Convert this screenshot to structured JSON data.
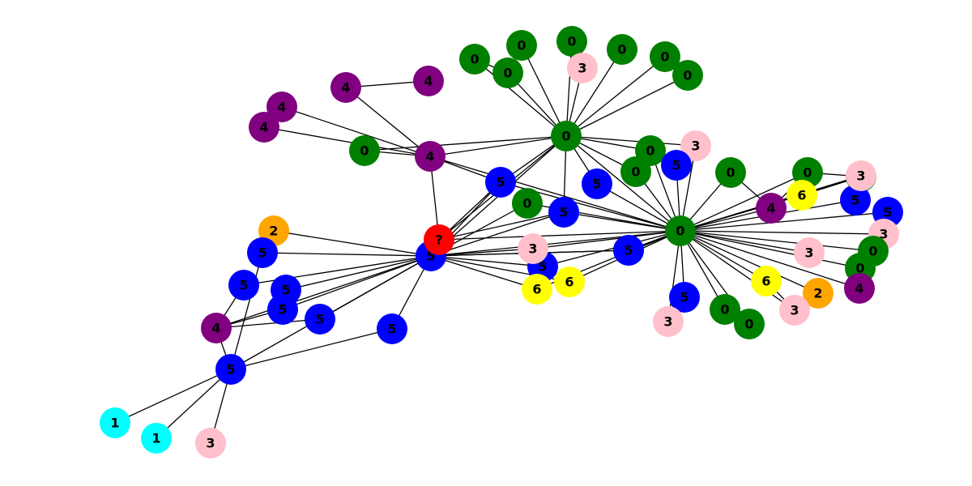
{
  "colors": {
    "green": "#008000",
    "purple": "#800080",
    "blue": "#0000ff",
    "pink": "#ffc0cb",
    "yellow": "#ffff00",
    "orange": "#ffa500",
    "cyan": "#00ffff",
    "red": "#ff0000",
    "edge": "#000000",
    "label": "#000000"
  },
  "nodes": [
    {
      "id": "hub0",
      "label": "0",
      "color": "green"
    },
    {
      "id": "hub1",
      "label": "0",
      "color": "green"
    },
    {
      "id": "c5",
      "label": "5",
      "color": "blue"
    },
    {
      "id": "q",
      "label": "?",
      "color": "red"
    },
    {
      "id": "p4a",
      "label": "4",
      "color": "purple"
    },
    {
      "id": "p4b",
      "label": "4",
      "color": "purple"
    },
    {
      "id": "b5a",
      "label": "5",
      "color": "blue"
    },
    {
      "id": "g1",
      "label": "0",
      "color": "green"
    },
    {
      "id": "g2",
      "label": "0",
      "color": "green"
    },
    {
      "id": "g3",
      "label": "0",
      "color": "green"
    },
    {
      "id": "g4",
      "label": "0",
      "color": "green"
    },
    {
      "id": "g5",
      "label": "0",
      "color": "green"
    },
    {
      "id": "g6",
      "label": "0",
      "color": "green"
    },
    {
      "id": "g7",
      "label": "0",
      "color": "green"
    },
    {
      "id": "k3a",
      "label": "3",
      "color": "pink"
    },
    {
      "id": "u1",
      "label": "4",
      "color": "purple"
    },
    {
      "id": "u2",
      "label": "4",
      "color": "purple"
    },
    {
      "id": "u3",
      "label": "4",
      "color": "purple"
    },
    {
      "id": "u4",
      "label": "4",
      "color": "purple"
    },
    {
      "id": "g8",
      "label": "0",
      "color": "green"
    },
    {
      "id": "b1",
      "label": "5",
      "color": "blue"
    },
    {
      "id": "b2",
      "label": "5",
      "color": "blue"
    },
    {
      "id": "b3",
      "label": "5",
      "color": "blue"
    },
    {
      "id": "g9",
      "label": "0",
      "color": "green"
    },
    {
      "id": "g10",
      "label": "0",
      "color": "green"
    },
    {
      "id": "g11",
      "label": "0",
      "color": "green"
    },
    {
      "id": "k3b",
      "label": "3",
      "color": "pink"
    },
    {
      "id": "b4",
      "label": "5",
      "color": "blue"
    },
    {
      "id": "g12",
      "label": "0",
      "color": "green"
    },
    {
      "id": "g13",
      "label": "0",
      "color": "green"
    },
    {
      "id": "y1",
      "label": "6",
      "color": "yellow"
    },
    {
      "id": "u5",
      "label": "4",
      "color": "purple"
    },
    {
      "id": "b5",
      "label": "5",
      "color": "blue"
    },
    {
      "id": "k3c",
      "label": "3",
      "color": "pink"
    },
    {
      "id": "b6",
      "label": "5",
      "color": "blue"
    },
    {
      "id": "k3d",
      "label": "3",
      "color": "pink"
    },
    {
      "id": "k3e",
      "label": "3",
      "color": "pink"
    },
    {
      "id": "g14",
      "label": "0",
      "color": "green"
    },
    {
      "id": "g15",
      "label": "0",
      "color": "green"
    },
    {
      "id": "u6",
      "label": "4",
      "color": "purple"
    },
    {
      "id": "y2",
      "label": "6",
      "color": "yellow"
    },
    {
      "id": "o1",
      "label": "2",
      "color": "orange"
    },
    {
      "id": "k3f",
      "label": "3",
      "color": "pink"
    },
    {
      "id": "b7",
      "label": "5",
      "color": "blue"
    },
    {
      "id": "k3g",
      "label": "3",
      "color": "pink"
    },
    {
      "id": "g16",
      "label": "0",
      "color": "green"
    },
    {
      "id": "g17",
      "label": "0",
      "color": "green"
    },
    {
      "id": "b8",
      "label": "5",
      "color": "blue"
    },
    {
      "id": "k3h",
      "label": "3",
      "color": "pink"
    },
    {
      "id": "b9",
      "label": "5",
      "color": "blue"
    },
    {
      "id": "y3",
      "label": "6",
      "color": "yellow"
    },
    {
      "id": "y4",
      "label": "6",
      "color": "yellow"
    },
    {
      "id": "o2",
      "label": "2",
      "color": "orange"
    },
    {
      "id": "g18",
      "label": "0",
      "color": "green"
    },
    {
      "id": "b10",
      "label": "5",
      "color": "blue"
    },
    {
      "id": "b11",
      "label": "5",
      "color": "blue"
    },
    {
      "id": "b12",
      "label": "5",
      "color": "blue"
    },
    {
      "id": "b13",
      "label": "5",
      "color": "blue"
    },
    {
      "id": "u7",
      "label": "4",
      "color": "purple"
    },
    {
      "id": "b14",
      "label": "5",
      "color": "blue"
    },
    {
      "id": "b15",
      "label": "5",
      "color": "blue"
    },
    {
      "id": "b16",
      "label": "5",
      "color": "blue"
    },
    {
      "id": "c1",
      "label": "1",
      "color": "cyan"
    },
    {
      "id": "c2",
      "label": "1",
      "color": "cyan"
    },
    {
      "id": "k3i",
      "label": "3",
      "color": "pink"
    }
  ],
  "edges": [
    [
      "hub0",
      "hub1"
    ],
    [
      "hub0",
      "g1"
    ],
    [
      "hub0",
      "g2"
    ],
    [
      "hub0",
      "g3"
    ],
    [
      "hub0",
      "g4"
    ],
    [
      "hub0",
      "g5"
    ],
    [
      "hub0",
      "g6"
    ],
    [
      "hub0",
      "g7"
    ],
    [
      "hub0",
      "k3a"
    ],
    [
      "hub0",
      "p4b"
    ],
    [
      "hub0",
      "b5a"
    ],
    [
      "hub0",
      "b1"
    ],
    [
      "hub0",
      "b2"
    ],
    [
      "hub0",
      "g9"
    ],
    [
      "hub0",
      "k3b"
    ],
    [
      "hub0",
      "q"
    ],
    [
      "hub0",
      "c5"
    ],
    [
      "hub0",
      "g10"
    ],
    [
      "hub0",
      "g8"
    ],
    [
      "g1",
      "g2"
    ],
    [
      "u1",
      "u2"
    ],
    [
      "u1",
      "p4b"
    ],
    [
      "u3",
      "p4b"
    ],
    [
      "u4",
      "p4b"
    ],
    [
      "g8",
      "p4b"
    ],
    [
      "p4b",
      "q"
    ],
    [
      "p4b",
      "b5a"
    ],
    [
      "p4b",
      "hub1"
    ],
    [
      "hub1",
      "b5a"
    ],
    [
      "hub1",
      "b1"
    ],
    [
      "hub1",
      "b2"
    ],
    [
      "hub1",
      "b3"
    ],
    [
      "hub1",
      "g9"
    ],
    [
      "hub1",
      "g10"
    ],
    [
      "hub1",
      "k3b"
    ],
    [
      "hub1",
      "g11"
    ],
    [
      "hub1",
      "b4"
    ],
    [
      "hub1",
      "g12"
    ],
    [
      "hub1",
      "g13"
    ],
    [
      "hub1",
      "y1"
    ],
    [
      "hub1",
      "u5"
    ],
    [
      "hub1",
      "b5"
    ],
    [
      "hub1",
      "k3c"
    ],
    [
      "hub1",
      "b6"
    ],
    [
      "hub1",
      "k3d"
    ],
    [
      "hub1",
      "k3e"
    ],
    [
      "hub1",
      "g14"
    ],
    [
      "hub1",
      "g15"
    ],
    [
      "hub1",
      "u6"
    ],
    [
      "hub1",
      "y2"
    ],
    [
      "hub1",
      "o1"
    ],
    [
      "hub1",
      "k3f"
    ],
    [
      "hub1",
      "b7"
    ],
    [
      "hub1",
      "k3g"
    ],
    [
      "hub1",
      "g16"
    ],
    [
      "hub1",
      "g17"
    ],
    [
      "hub1",
      "b8"
    ],
    [
      "hub1",
      "k3h"
    ],
    [
      "hub1",
      "b9"
    ],
    [
      "hub1",
      "y3"
    ],
    [
      "hub1",
      "y4"
    ],
    [
      "hub1",
      "c5"
    ],
    [
      "hub1",
      "q"
    ],
    [
      "hub1",
      "g18"
    ],
    [
      "g12",
      "g13"
    ],
    [
      "g12",
      "u5"
    ],
    [
      "g13",
      "b5"
    ],
    [
      "g13",
      "y1"
    ],
    [
      "g11",
      "u5"
    ],
    [
      "y2",
      "k3f"
    ],
    [
      "b8",
      "y4"
    ],
    [
      "b8",
      "y3"
    ],
    [
      "b8",
      "c5"
    ],
    [
      "b2",
      "c5"
    ],
    [
      "b3",
      "c5"
    ],
    [
      "c5",
      "q"
    ],
    [
      "c5",
      "b5a"
    ],
    [
      "c5",
      "o2"
    ],
    [
      "c5",
      "g18"
    ],
    [
      "c5",
      "k3h"
    ],
    [
      "c5",
      "b9"
    ],
    [
      "c5",
      "y3"
    ],
    [
      "c5",
      "y4"
    ],
    [
      "c5",
      "b10"
    ],
    [
      "c5",
      "b11"
    ],
    [
      "c5",
      "b12"
    ],
    [
      "c5",
      "b13"
    ],
    [
      "c5",
      "u7"
    ],
    [
      "c5",
      "b14"
    ],
    [
      "c5",
      "b15"
    ],
    [
      "c5",
      "b16"
    ],
    [
      "q",
      "b5a"
    ],
    [
      "q",
      "b2"
    ],
    [
      "u7",
      "b10"
    ],
    [
      "u7",
      "b12"
    ],
    [
      "u7",
      "b13"
    ],
    [
      "u7",
      "b16"
    ],
    [
      "b16",
      "b15"
    ],
    [
      "b16",
      "b14"
    ],
    [
      "b16",
      "c1"
    ],
    [
      "b16",
      "c2"
    ],
    [
      "b16",
      "k3i"
    ]
  ]
}
